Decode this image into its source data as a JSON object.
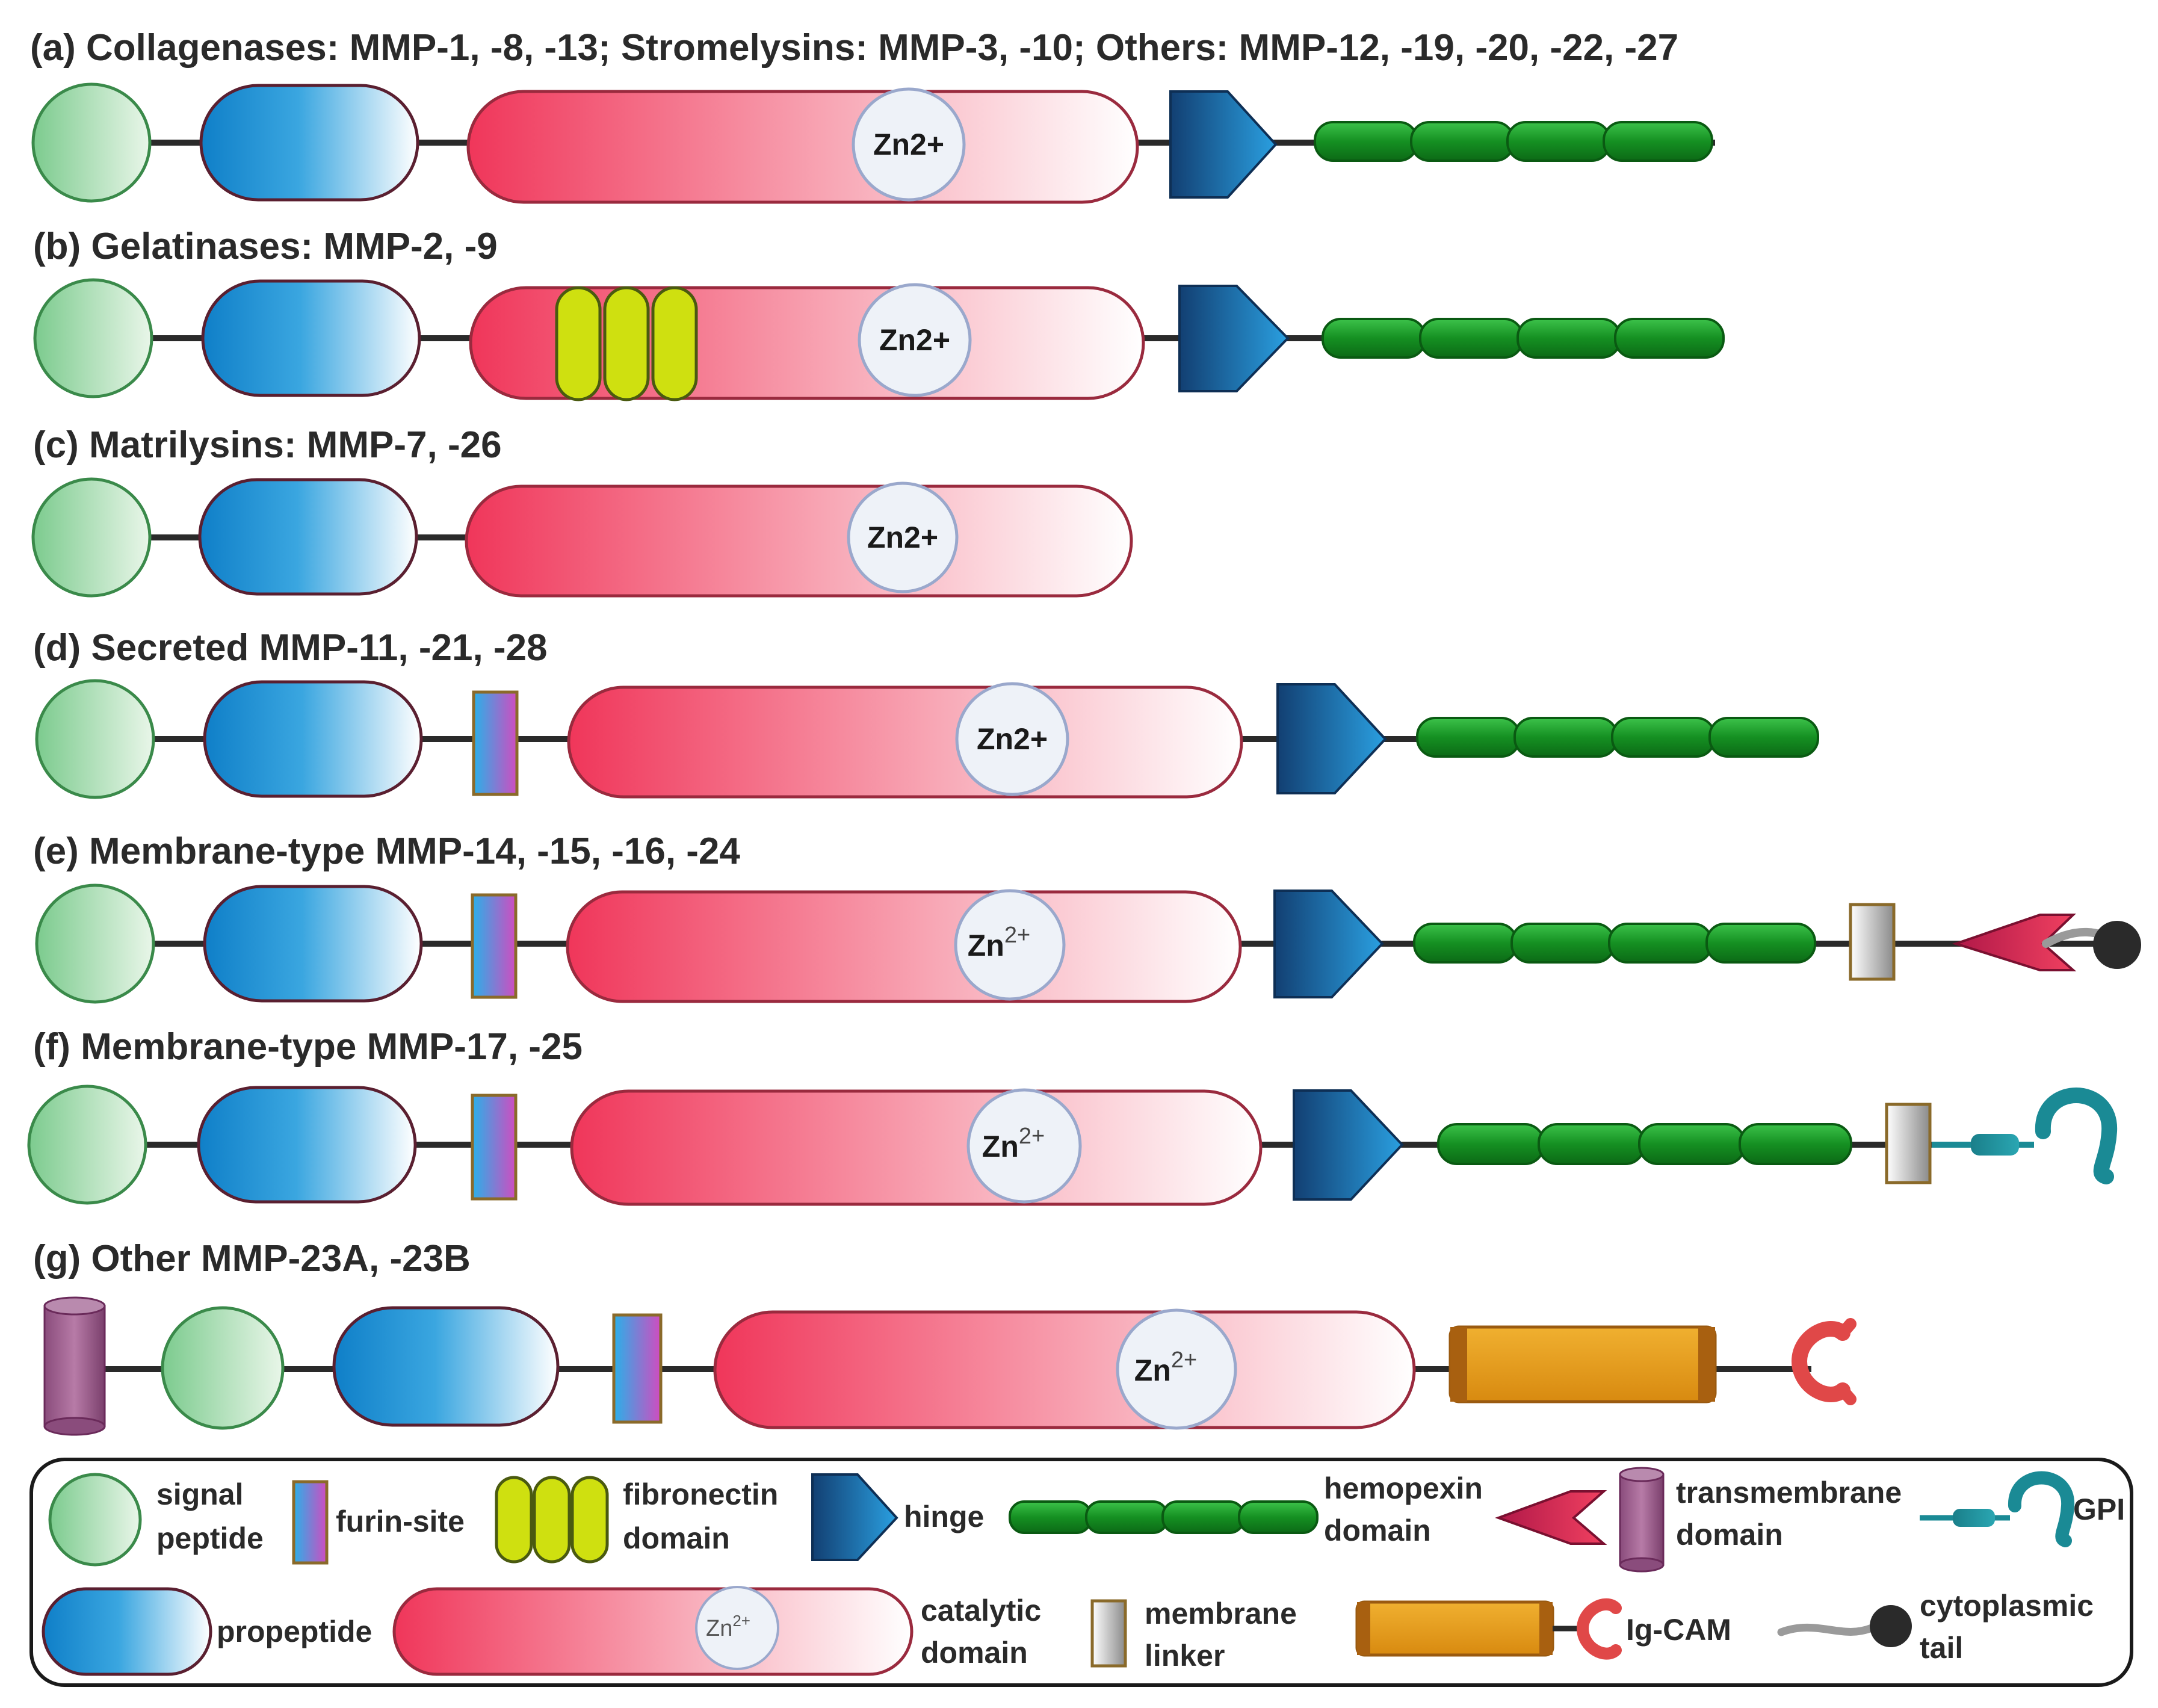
{
  "rows": [
    {
      "id": "a",
      "title": "(a) Collagenases: MMP-1, -8, -13; Stromelysins: MMP-3, -10; Others: MMP-12, -19, -20, -22, -27",
      "zinc": "Zn2+"
    },
    {
      "id": "b",
      "title": "(b) Gelatinases: MMP-2, -9",
      "zinc": "Zn2+"
    },
    {
      "id": "c",
      "title": "(c) Matrilysins: MMP-7, -26",
      "zinc": "Zn2+"
    },
    {
      "id": "d",
      "title": "(d) Secreted MMP-11, -21, -28",
      "zinc": "Zn2+"
    },
    {
      "id": "e",
      "title": "(e) Membrane-type MMP-14, -15, -16, -24",
      "zinc_base": "Zn",
      "zinc_sup": "2+"
    },
    {
      "id": "f",
      "title": "(f) Membrane-type MMP-17, -25",
      "zinc_base": "Zn",
      "zinc_sup": "2+"
    },
    {
      "id": "g",
      "title": "(g) Other MMP-23A, -23B",
      "zinc_base": "Zn",
      "zinc_sup": "2+"
    }
  ],
  "legend": {
    "signal_peptide": [
      "signal",
      "peptide"
    ],
    "furin_site": "furin-site",
    "fibronectin_domain": [
      "fibronectin",
      "domain"
    ],
    "hinge": "hinge",
    "hemopexin_domain": [
      "hemopexin",
      "domain"
    ],
    "transmembrane_domain": [
      "transmembrane",
      "domain"
    ],
    "gpi": "GPI",
    "propeptide": "propeptide",
    "catalytic_domain": [
      "catalytic",
      "domain"
    ],
    "catalytic_zinc_base": "Zn",
    "catalytic_zinc_sup": "2+",
    "membrane_linker": [
      "membrane",
      "linker"
    ],
    "ig_cam": "Ig-CAM",
    "cytoplasmic_tail": [
      "cytoplasmic",
      "tail"
    ]
  },
  "colors": {
    "signal_peptide": "#8fd29e",
    "propeptide": "#1a8ad0",
    "catalytic": "#f0405e",
    "zinc": "#eef2f8",
    "hinge": "#1b5d96",
    "hemopexin": "#1f8f2a",
    "fibronectin": "#cfe010",
    "furin": "#b050c8",
    "linker": "#9a9a9a",
    "transmembrane": "#9a5a8a",
    "gpi": "#1a8a95",
    "igcam": "#e29a1a",
    "tail": "#2a2a2a"
  }
}
